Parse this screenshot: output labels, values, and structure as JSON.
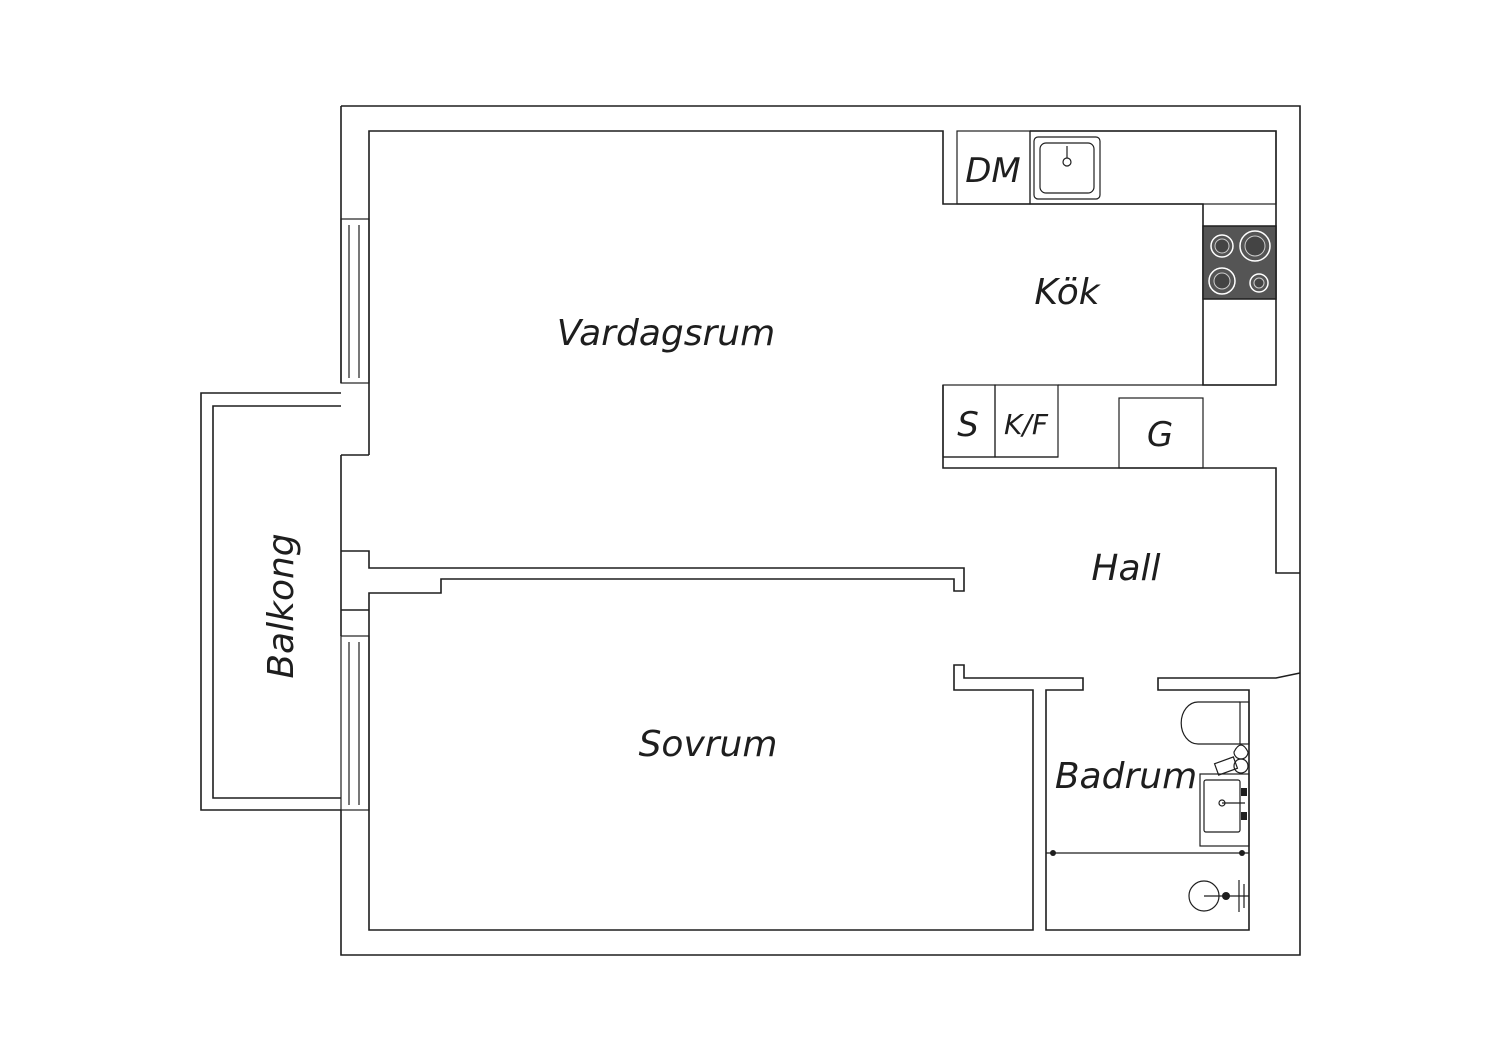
{
  "rooms": {
    "vardagsrum": "Vardagsrum",
    "kok": "Kök",
    "hall": "Hall",
    "sovrum": "Sovrum",
    "badrum": "Badrum",
    "balkong": "Balkong"
  },
  "appliances": {
    "dishwasher": "DM",
    "wardrobe": "S",
    "fridge_freezer": "K/F",
    "wardrobe_hall": "G"
  },
  "colors": {
    "line": "#1e1e1e",
    "stove": "#555555"
  }
}
